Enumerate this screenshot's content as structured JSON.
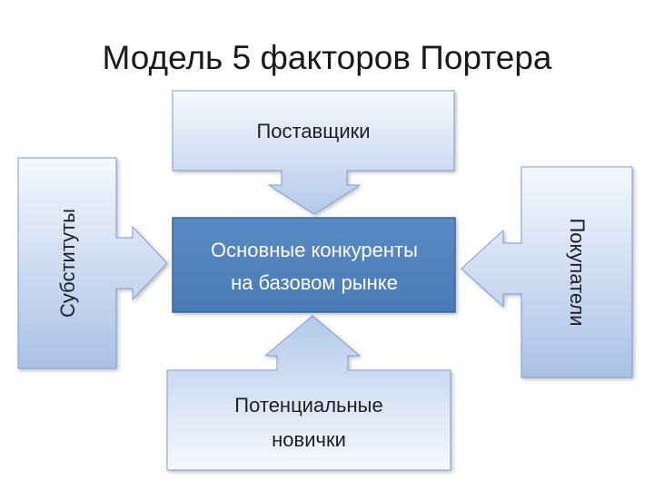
{
  "title": "Модель 5 факторов Портера",
  "center": {
    "line1": "Основные конкуренты",
    "line2": "на базовом рынке"
  },
  "top": {
    "label": "Поставщики"
  },
  "bottom": {
    "line1": "Потенциальные",
    "line2": "новички"
  },
  "left": {
    "label": "Субституты"
  },
  "right": {
    "label": "Покупатели"
  },
  "colors": {
    "center_fill": "#4f81bd",
    "center_border": "#3a6596",
    "outer_gradient_light": "#f7f9fd",
    "outer_gradient_dark": "#a9c1e6",
    "outer_border": "#7f9fcf",
    "title": "#1a1a1a"
  }
}
